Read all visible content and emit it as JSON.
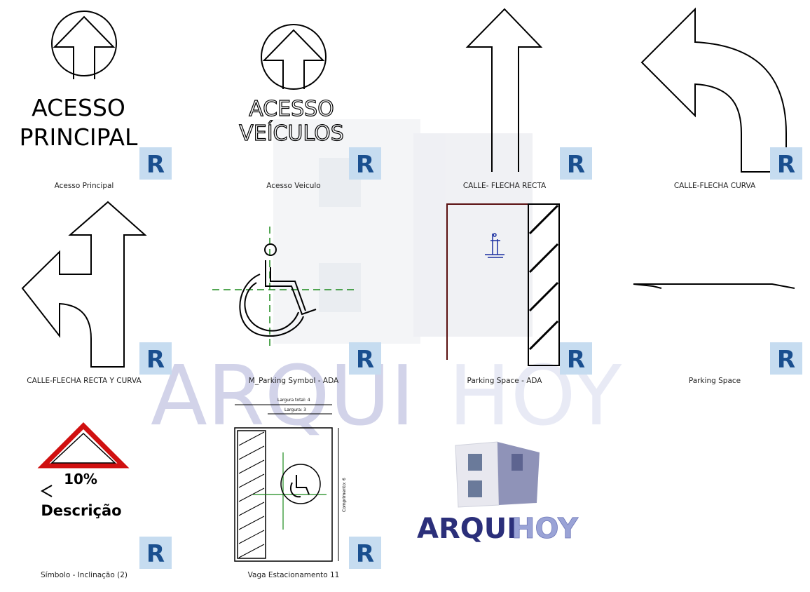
{
  "watermark": {
    "left_text": "ARQUI",
    "right_text": "HOY"
  },
  "items": [
    {
      "label": "Acesso Principal",
      "sign_line1": "ACESSO",
      "sign_line2": "PRINCIPAL"
    },
    {
      "label": "Acesso Veiculo",
      "sign_line1": "ACESSO",
      "sign_line2": "VEÍCULOS"
    },
    {
      "label": "CALLE- FLECHA RECTA"
    },
    {
      "label": "CALLE-FLECHA CURVA"
    },
    {
      "label": "CALLE-FLECHA RECTA Y CURVA"
    },
    {
      "label": "M_Parking Symbol - ADA"
    },
    {
      "label": "Parking Space - ADA"
    },
    {
      "label": "Parking Space"
    },
    {
      "label": "Símbolo - Inclinação (2)",
      "sign_percent": "10%",
      "sign_text": "Descrição"
    },
    {
      "label": "Vaga Estacionamento 11",
      "dim_top1": "Largura total: 4",
      "dim_top2": "Largura: 3",
      "dim_side": "Comprimento: 6"
    }
  ],
  "badge_letter": "R",
  "logo": {
    "left_text": "ARQUI",
    "right_text": "HOY"
  },
  "colors": {
    "badge_dark": "#1a4f8f",
    "badge_light": "#7fb6e6",
    "logo_left": "#2b2f7a",
    "logo_right": "#9aa3d6",
    "guide_green": "#1a8a1a",
    "slope_red": "#d01010"
  }
}
